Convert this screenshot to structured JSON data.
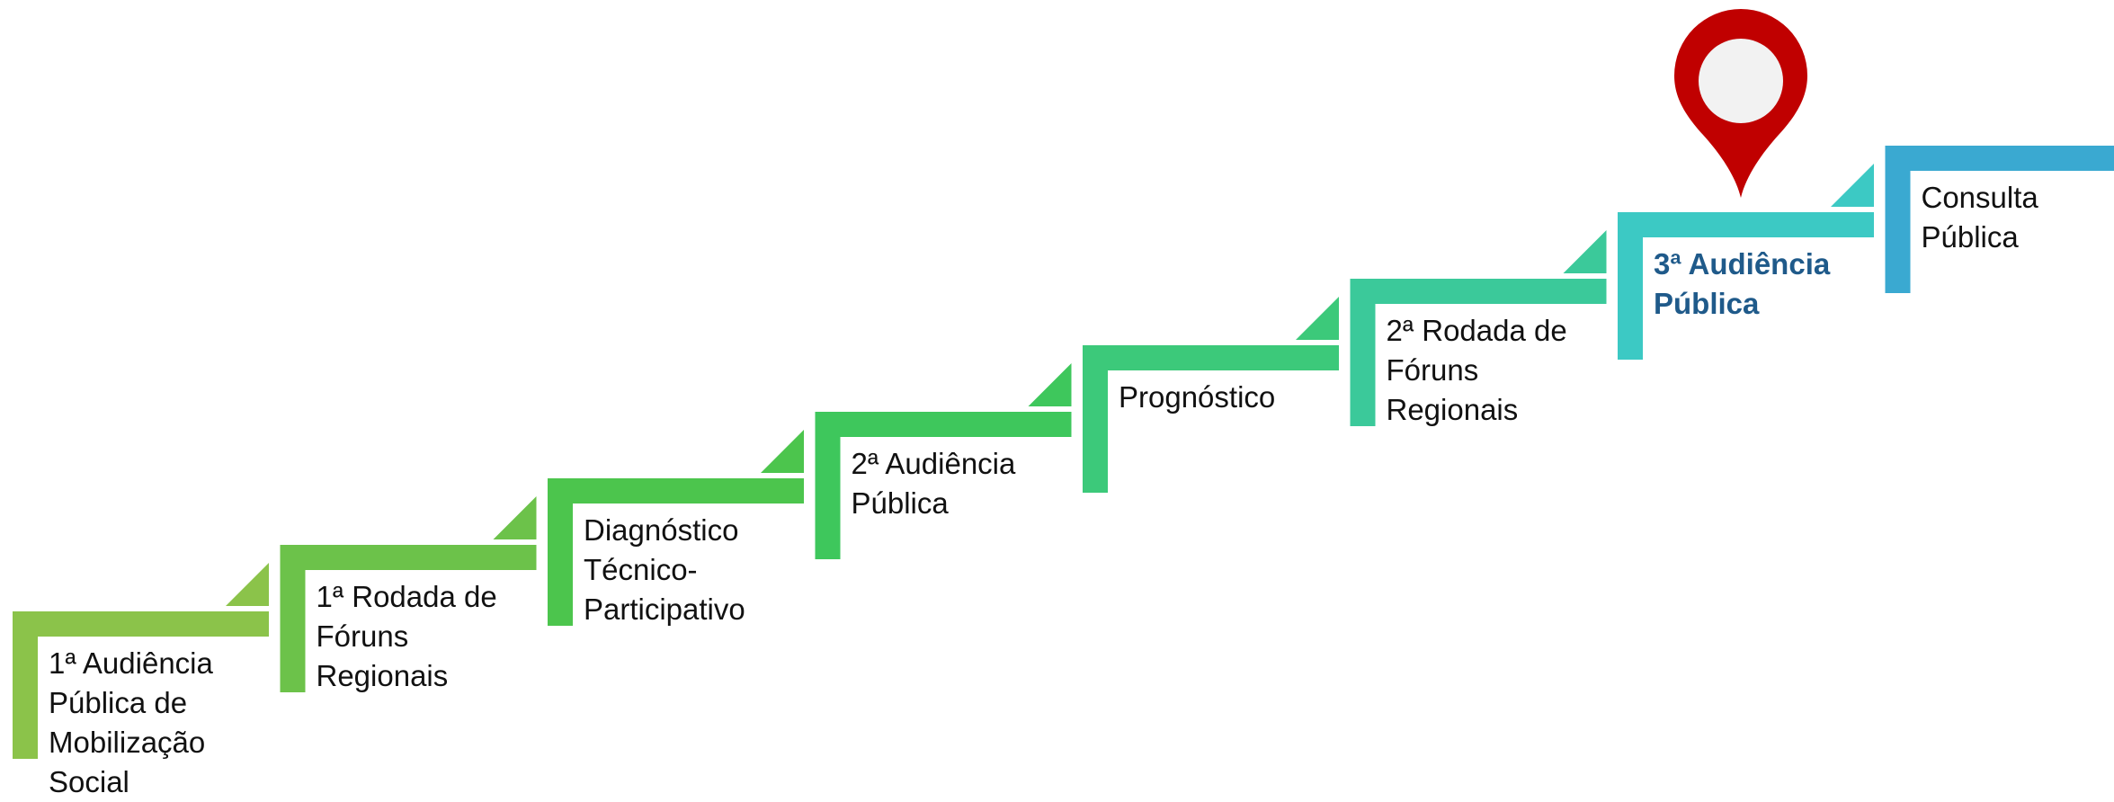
{
  "steps": [
    {
      "label": "1ª Audiência\nPública de\nMobilização\nSocial",
      "color": "#8bc34a",
      "current": false
    },
    {
      "label": "1ª Rodada de\nFóruns\nRegionais",
      "color": "#6cc24a",
      "current": false
    },
    {
      "label": "Diagnóstico\nTécnico-\nParticipativo",
      "color": "#4cc54d",
      "current": false
    },
    {
      "label": "2ª Audiência\nPública",
      "color": "#3ec75c",
      "current": false
    },
    {
      "label": "Prognóstico",
      "color": "#3cc97a",
      "current": false
    },
    {
      "label": "2ª Rodada de\nFóruns\nRegionais",
      "color": "#3bc99a",
      "current": false
    },
    {
      "label": "3ª Audiência\nPública",
      "color": "#3cc9c4",
      "current": true
    },
    {
      "label": "Consulta\nPública",
      "color": "#3aa9d1",
      "current": false
    }
  ],
  "marker": {
    "icon": "location-pin-icon",
    "color": "#c00000",
    "inner_color": "#f2f2f2"
  },
  "current_label_color": "#1f5a8a"
}
